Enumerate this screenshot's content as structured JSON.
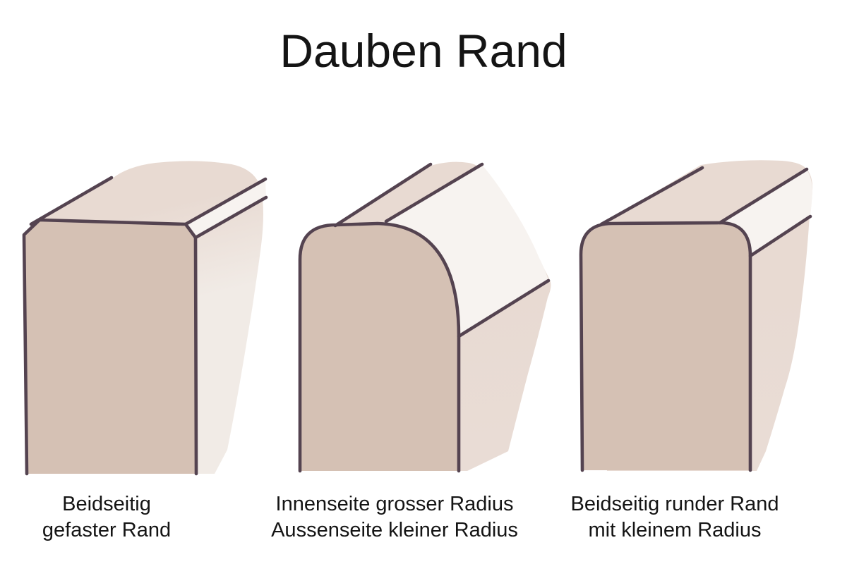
{
  "page": {
    "title": "Dauben Rand",
    "background": "#ffffff",
    "text_color": "#141414"
  },
  "colors": {
    "outline": "#544350",
    "front_face": "#d5c1b4",
    "top_face_pink": "#e8dad2",
    "side_cream": "#f1ebe6",
    "side_pink": "#e9dcd5",
    "chamfer_white": "#f7f3f0"
  },
  "figures": [
    {
      "id": "both-sides-chamfered",
      "illustration": "stave-edge-chamfered-both-sides",
      "caption_line1": "Beidseitig",
      "caption_line2": "gefaster Rand"
    },
    {
      "id": "inner-large-outer-small-radius",
      "illustration": "stave-edge-large-inner-radius",
      "caption_line1": "Innenseite grosser Radius",
      "caption_line2": "Aussenseite kleiner Radius"
    },
    {
      "id": "both-sides-small-radius",
      "illustration": "stave-edge-small-radius-both-sides",
      "caption_line1": "Beidseitig runder Rand",
      "caption_line2": "mit kleinem Radius"
    }
  ]
}
